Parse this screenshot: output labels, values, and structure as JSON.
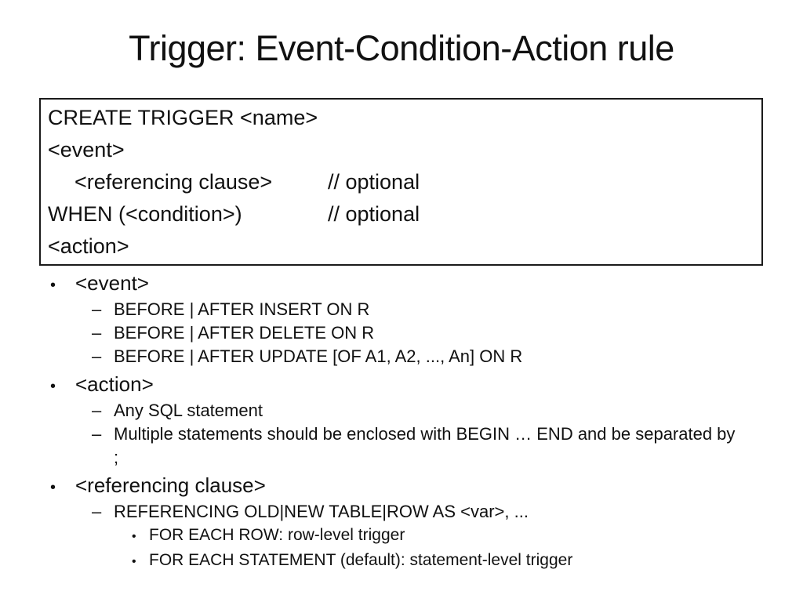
{
  "slide": {
    "title": "Trigger: Event-Condition-Action rule",
    "colors": {
      "background": "#ffffff",
      "text": "#111111",
      "box_border": "#1a1a1a"
    },
    "code_box": {
      "lines": [
        {
          "text": "CREATE TRIGGER <name>",
          "indent": 0,
          "comment": ""
        },
        {
          "text": "<event>",
          "indent": 0,
          "comment": ""
        },
        {
          "text": "<referencing clause>",
          "indent": 1,
          "comment": "// optional"
        },
        {
          "text": "WHEN (<condition>)",
          "indent": 0,
          "comment": "// optional"
        },
        {
          "text": "<action>",
          "indent": 0,
          "comment": ""
        }
      ]
    },
    "bullets": [
      {
        "level": 1,
        "marker": "•",
        "text": "<event>"
      },
      {
        "level": 2,
        "marker": "–",
        "text": "BEFORE | AFTER INSERT ON R"
      },
      {
        "level": 2,
        "marker": "–",
        "text": "BEFORE | AFTER DELETE ON R"
      },
      {
        "level": 2,
        "marker": "–",
        "text": "BEFORE | AFTER UPDATE [OF A1, A2, ..., An] ON R"
      },
      {
        "level": 1,
        "marker": "•",
        "text": "<action>"
      },
      {
        "level": 2,
        "marker": "–",
        "text": "Any SQL statement"
      },
      {
        "level": 2,
        "marker": "–",
        "text": "Multiple statements should be enclosed with BEGIN … END and be separated by ;"
      },
      {
        "level": 1,
        "marker": "•",
        "text": "<referencing clause>"
      },
      {
        "level": 2,
        "marker": "–",
        "text": "REFERENCING OLD|NEW TABLE|ROW AS <var>, ..."
      },
      {
        "level": 3,
        "marker": "•",
        "text": "FOR EACH ROW: row-level trigger"
      },
      {
        "level": 3,
        "marker": "•",
        "text": "FOR EACH STATEMENT (default): statement-level trigger"
      }
    ]
  }
}
